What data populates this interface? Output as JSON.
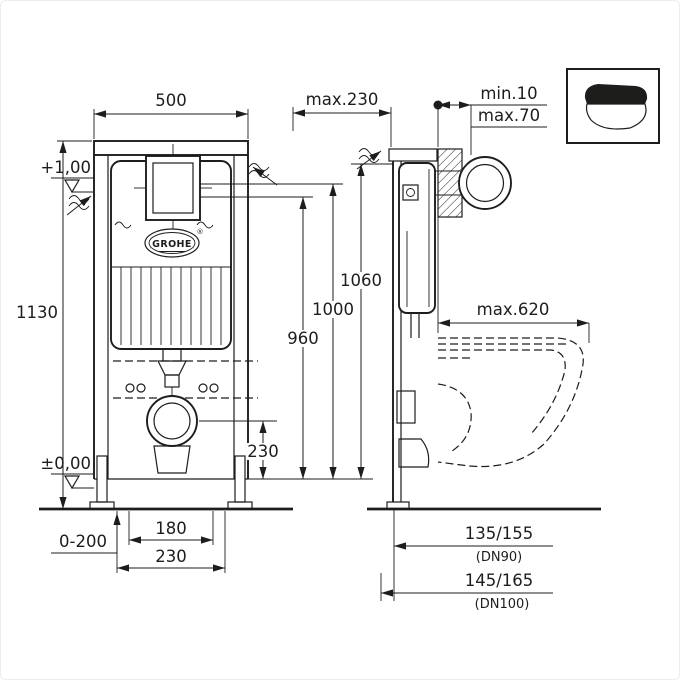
{
  "colors": {
    "line": "#1d1d1b",
    "background": "#ffffff"
  },
  "brand": {
    "logo_text": "GROHE",
    "registered": "®"
  },
  "front_view": {
    "width_label": "500",
    "height_label": "1130",
    "level_top_label": "+1,00",
    "level_zero_label": "±0,00",
    "foot_adjustment_label": "0-200",
    "spacing_180_label": "180",
    "spacing_230_label": "230"
  },
  "height_dimensions": {
    "h_1060": "1060",
    "h_1000": "1000",
    "h_960": "960",
    "outlet_height": "230"
  },
  "side_view": {
    "depth_label": "max.230",
    "wall_min_label": "min.10",
    "wall_max_label": "max.70",
    "bowl_depth_label": "max.620",
    "drain_1": "135/155",
    "drain_1_dn": "(DN90)",
    "drain_2": "145/165",
    "drain_2_dn": "(DN100)"
  }
}
